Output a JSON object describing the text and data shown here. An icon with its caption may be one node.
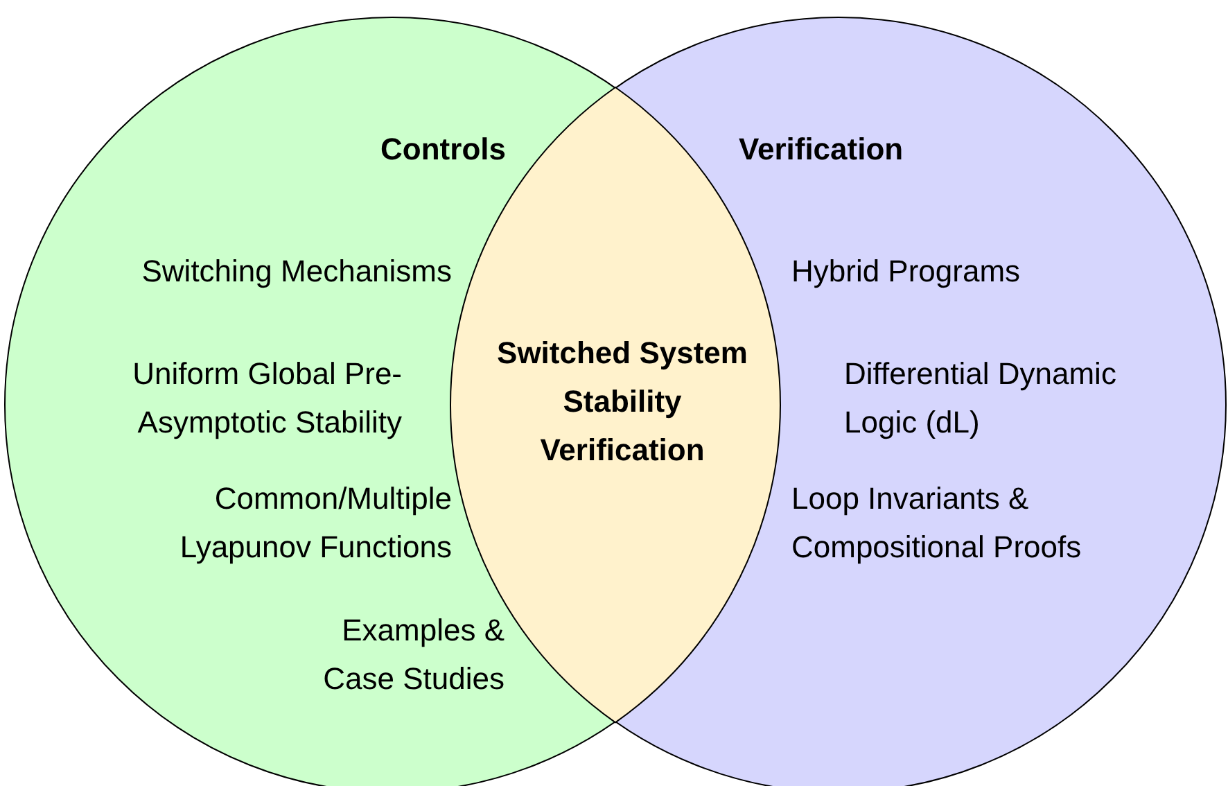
{
  "diagram": {
    "nodes": [
      {
        "text": [
          "Controls",
          "Switching Mechanisms",
          "Uniform Global Pre-Asymptotic Stability",
          "Common/Multiple Lyapunov Functions",
          "Examples & Case Studies"
        ]
      },
      {
        "text": [
          "Verification",
          "Hybrid Programs",
          "Differential Dynamic Logic (dL)",
          "Loop Invariants & Compositional Proofs"
        ]
      },
      {
        "text": [
          "Switched System Stability Verification"
        ]
      }
    ]
  }
}
